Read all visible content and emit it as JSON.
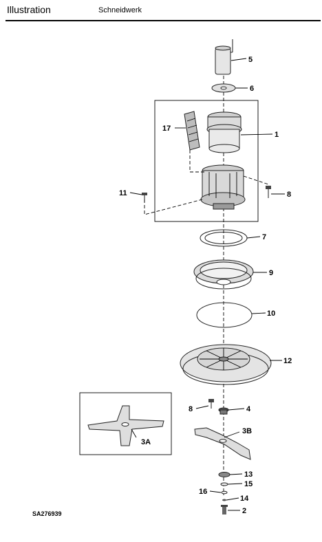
{
  "header": {
    "section": "Illustration",
    "title": "Schneidwerk"
  },
  "figure_code": "SA276939",
  "callouts": {
    "c5": "5",
    "c6": "6",
    "c17": "17",
    "c1": "1",
    "c11": "11",
    "c8a": "8",
    "c7": "7",
    "c9": "9",
    "c10": "10",
    "c12": "12",
    "c8b": "8",
    "c4": "4",
    "c3A": "3A",
    "c3B": "3B",
    "c13": "13",
    "c15": "15",
    "c16": "16",
    "c14": "14",
    "c2": "2"
  },
  "colors": {
    "line": "#000000",
    "part_fill": "#e6e6e6",
    "part_dark": "#9a9a9a"
  }
}
